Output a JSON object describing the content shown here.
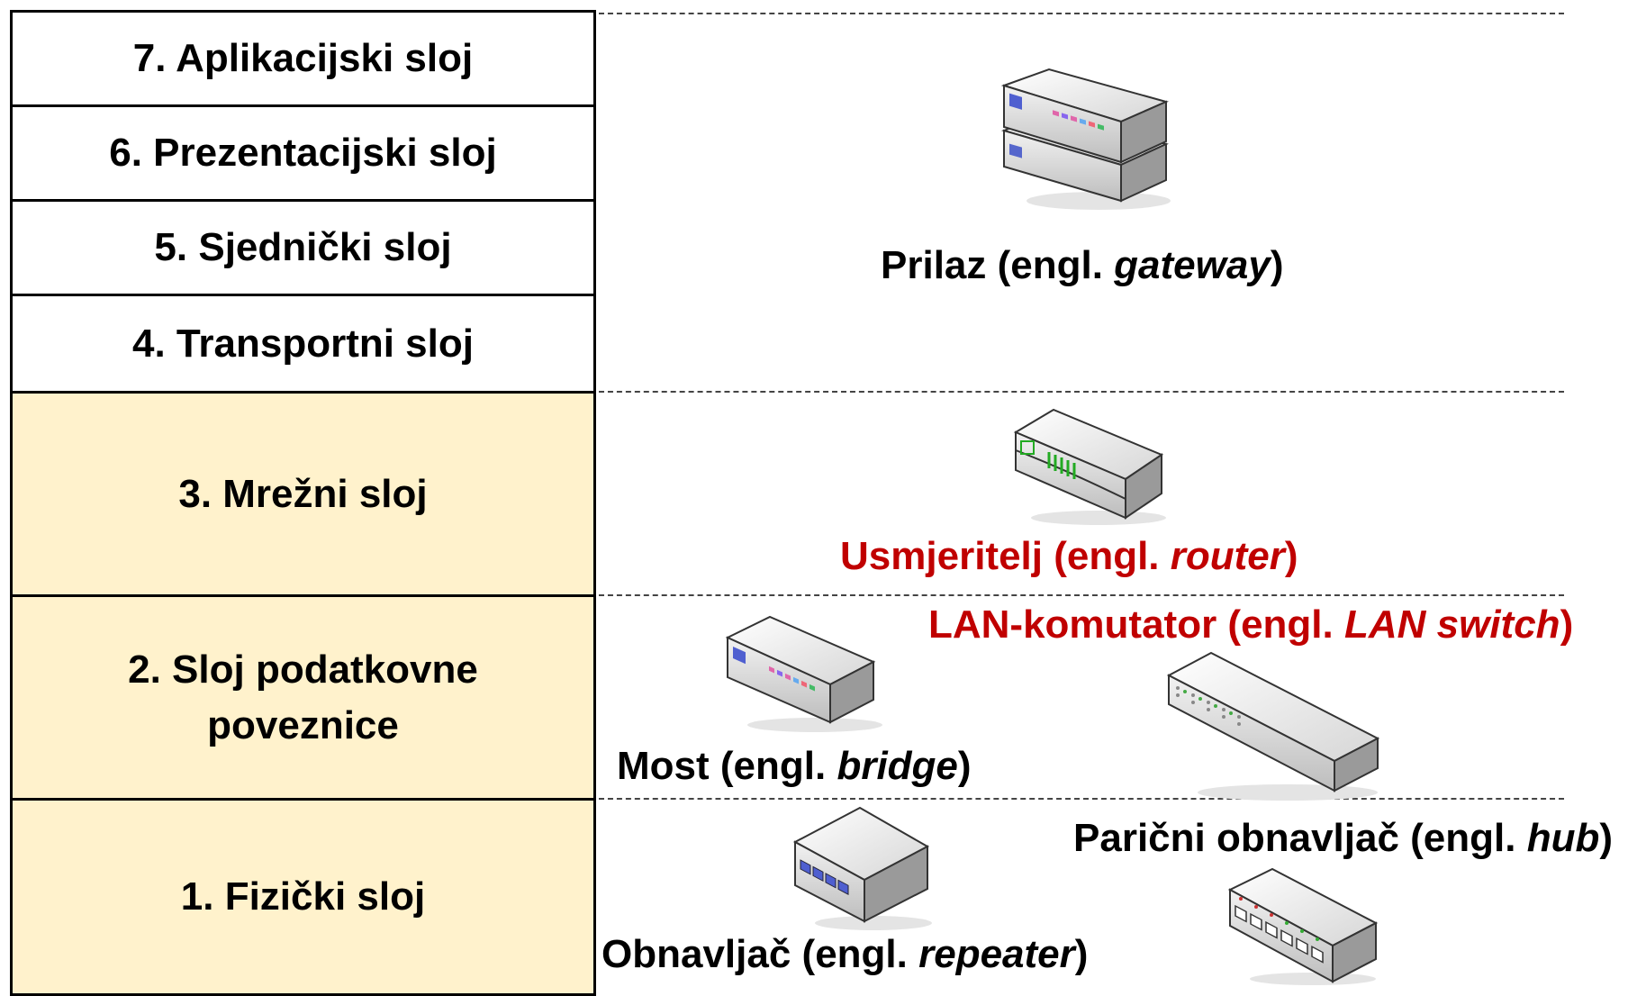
{
  "layers": [
    {
      "label": "7. Aplikacijski sloj"
    },
    {
      "label": "6. Prezentacijski sloj"
    },
    {
      "label": "5. Sjednički sloj"
    },
    {
      "label": "4. Transportni sloj"
    },
    {
      "label": "3. Mrežni sloj"
    },
    {
      "label": "2. Sloj podatkovne poveznice"
    },
    {
      "label": "1. Fizički sloj"
    }
  ],
  "devices": {
    "gateway": {
      "prefix": "Prilaz (engl. ",
      "term": "gateway",
      "suffix": ")",
      "icon": "gateway-icon"
    },
    "router": {
      "prefix": "Usmjeritelj (engl. ",
      "term": "router",
      "suffix": ")",
      "icon": "router-icon",
      "color": "#c00000"
    },
    "switch": {
      "prefix": "LAN-komutator (engl. ",
      "term": "LAN switch",
      "suffix": ")",
      "icon": "switch-icon",
      "color": "#c00000"
    },
    "bridge": {
      "prefix": "Most (engl. ",
      "term": "bridge",
      "suffix": ")",
      "icon": "bridge-icon"
    },
    "hub": {
      "prefix": "Parični obnavljač (engl. ",
      "term": "hub",
      "suffix": ")",
      "icon": "hub-icon"
    },
    "repeater": {
      "prefix": "Obnavljač (engl. ",
      "term": "repeater",
      "suffix": ")",
      "icon": "repeater-icon"
    }
  },
  "colors": {
    "lower_layer_fill": "#fff2cc",
    "highlight": "#c00000"
  }
}
